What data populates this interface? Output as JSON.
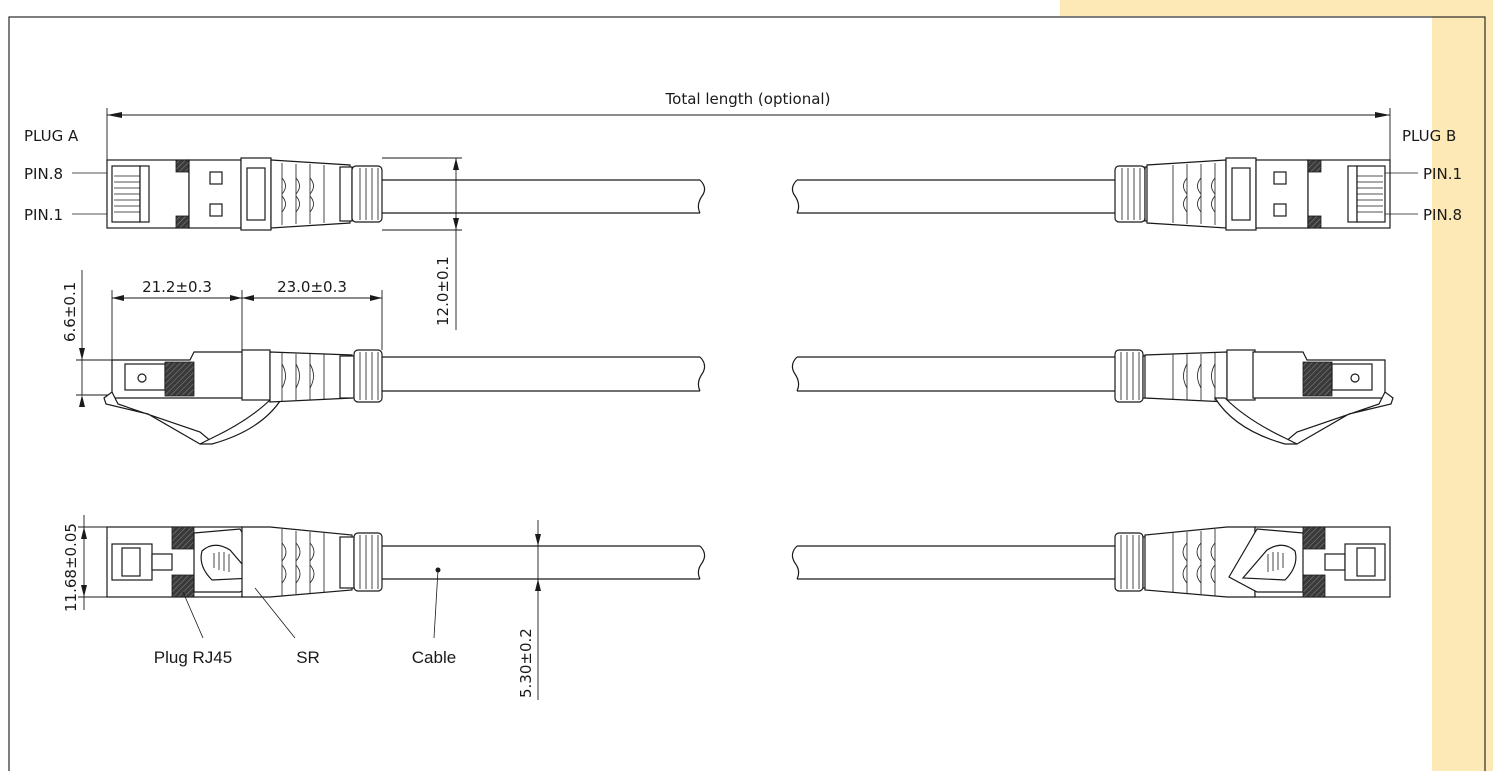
{
  "labels": {
    "total_length": "Total length (optional)",
    "plug_a": "PLUG A",
    "plug_b": "PLUG B",
    "pin8_left": "PIN.8",
    "pin1_left": "PIN.1",
    "pin1_right": "PIN.1",
    "pin8_right": "PIN.8",
    "plug_rj45": "Plug RJ45",
    "sr": "SR",
    "cable": "Cable"
  },
  "dimensions": {
    "d_21_2": "21.2±0.3",
    "d_23_0": "23.0±0.3",
    "d_6_6": "6.6±0.1",
    "d_12_0": "12.0±0.1",
    "d_11_68": "11.68±0.05",
    "d_5_30": "5.30±0.2"
  },
  "colors": {
    "line": "#1a1a1a",
    "accent_corner": "#fde9b5",
    "dark_fill": "#2b2b2b"
  }
}
